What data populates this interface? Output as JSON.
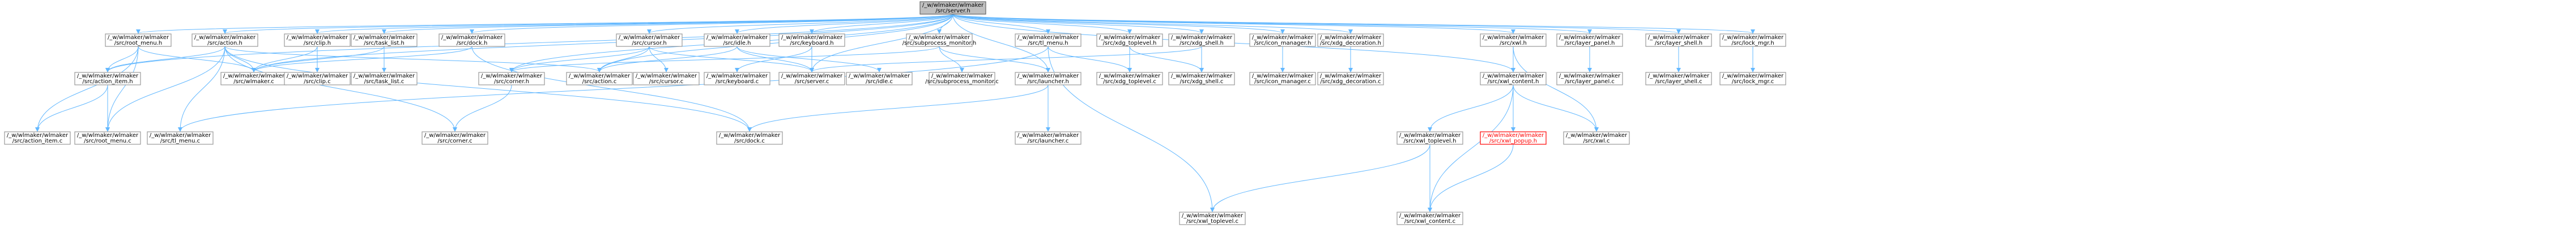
{
  "colors": {
    "edge": "#63b8ff",
    "node_border": "#999999",
    "root_fill": "#bfbfbf",
    "highlight": "#ff0000"
  },
  "nodes": [
    {
      "id": "root",
      "l1": "/_w/wlmaker/wlmaker",
      "l2": "/src/server.h",
      "kind": "root"
    },
    {
      "id": "root_menu_h",
      "l1": "/_w/wlmaker/wlmaker",
      "l2": "/src/root_menu.h"
    },
    {
      "id": "action_h",
      "l1": "/_w/wlmaker/wlmaker",
      "l2": "/src/action.h"
    },
    {
      "id": "clip_h",
      "l1": "/_w/wlmaker/wlmaker",
      "l2": "/src/clip.h"
    },
    {
      "id": "task_list_h",
      "l1": "/_w/wlmaker/wlmaker",
      "l2": "/src/task_list.h"
    },
    {
      "id": "dock_h",
      "l1": "/_w/wlmaker/wlmaker",
      "l2": "/src/dock.h"
    },
    {
      "id": "cursor_h",
      "l1": "/_w/wlmaker/wlmaker",
      "l2": "/src/cursor.h"
    },
    {
      "id": "idle_h",
      "l1": "/_w/wlmaker/wlmaker",
      "l2": "/src/idle.h"
    },
    {
      "id": "keyboard_h",
      "l1": "/_w/wlmaker/wlmaker",
      "l2": "/src/keyboard.h"
    },
    {
      "id": "subprocess_monitor_h",
      "l1": "/_w/wlmaker/wlmaker",
      "l2": "/src/subprocess_monitor.h"
    },
    {
      "id": "tl_menu_h",
      "l1": "/_w/wlmaker/wlmaker",
      "l2": "/src/tl_menu.h"
    },
    {
      "id": "xdg_toplevel_h",
      "l1": "/_w/wlmaker/wlmaker",
      "l2": "/src/xdg_toplevel.h"
    },
    {
      "id": "xdg_shell_h",
      "l1": "/_w/wlmaker/wlmaker",
      "l2": "/src/xdg_shell.h"
    },
    {
      "id": "icon_manager_h",
      "l1": "/_w/wlmaker/wlmaker",
      "l2": "/src/icon_manager.h"
    },
    {
      "id": "xdg_decoration_h",
      "l1": "/_w/wlmaker/wlmaker",
      "l2": "/src/xdg_decoration.h"
    },
    {
      "id": "xwl_h",
      "l1": "/_w/wlmaker/wlmaker",
      "l2": "/src/xwl.h"
    },
    {
      "id": "layer_panel_h",
      "l1": "/_w/wlmaker/wlmaker",
      "l2": "/src/layer_panel.h"
    },
    {
      "id": "layer_shell_h",
      "l1": "/_w/wlmaker/wlmaker",
      "l2": "/src/layer_shell.h"
    },
    {
      "id": "lock_mgr_h",
      "l1": "/_w/wlmaker/wlmaker",
      "l2": "/src/lock_mgr.h"
    },
    {
      "id": "action_item_h",
      "l1": "/_w/wlmaker/wlmaker",
      "l2": "/src/action_item.h"
    },
    {
      "id": "wlmaker_c",
      "l1": "/_w/wlmaker/wlmaker",
      "l2": "/src/wlmaker.c"
    },
    {
      "id": "clip_c",
      "l1": "/_w/wlmaker/wlmaker",
      "l2": "/src/clip.c"
    },
    {
      "id": "task_list_c",
      "l1": "/_w/wlmaker/wlmaker",
      "l2": "/src/task_list.c"
    },
    {
      "id": "corner_h",
      "l1": "/_w/wlmaker/wlmaker",
      "l2": "/src/corner.h"
    },
    {
      "id": "action_c",
      "l1": "/_w/wlmaker/wlmaker",
      "l2": "/src/action.c"
    },
    {
      "id": "cursor_c",
      "l1": "/_w/wlmaker/wlmaker",
      "l2": "/src/cursor.c"
    },
    {
      "id": "keyboard_c",
      "l1": "/_w/wlmaker/wlmaker",
      "l2": "/src/keyboard.c"
    },
    {
      "id": "server_c",
      "l1": "/_w/wlmaker/wlmaker",
      "l2": "/src/server.c"
    },
    {
      "id": "idle_c",
      "l1": "/_w/wlmaker/wlmaker",
      "l2": "/src/idle.c"
    },
    {
      "id": "subprocess_monitor_c",
      "l1": "/_w/wlmaker/wlmaker",
      "l2": "/src/subprocess_monitor.c"
    },
    {
      "id": "launcher_h",
      "l1": "/_w/wlmaker/wlmaker",
      "l2": "/src/launcher.h"
    },
    {
      "id": "xdg_toplevel_c",
      "l1": "/_w/wlmaker/wlmaker",
      "l2": "/src/xdg_toplevel.c"
    },
    {
      "id": "xdg_shell_c",
      "l1": "/_w/wlmaker/wlmaker",
      "l2": "/src/xdg_shell.c"
    },
    {
      "id": "icon_manager_c",
      "l1": "/_w/wlmaker/wlmaker",
      "l2": "/src/icon_manager.c"
    },
    {
      "id": "xdg_decoration_c",
      "l1": "/_w/wlmaker/wlmaker",
      "l2": "/src/xdg_decoration.c"
    },
    {
      "id": "xwl_content_h",
      "l1": "/_w/wlmaker/wlmaker",
      "l2": "/src/xwl_content.h"
    },
    {
      "id": "layer_panel_c",
      "l1": "/_w/wlmaker/wlmaker",
      "l2": "/src/layer_panel.c"
    },
    {
      "id": "layer_shell_c",
      "l1": "/_w/wlmaker/wlmaker",
      "l2": "/src/layer_shell.c"
    },
    {
      "id": "lock_mgr_c",
      "l1": "/_w/wlmaker/wlmaker",
      "l2": "/src/lock_mgr.c"
    },
    {
      "id": "action_item_c",
      "l1": "/_w/wlmaker/wlmaker",
      "l2": "/src/action_item.c"
    },
    {
      "id": "root_menu_c",
      "l1": "/_w/wlmaker/wlmaker",
      "l2": "/src/root_menu.c"
    },
    {
      "id": "tl_menu_c",
      "l1": "/_w/wlmaker/wlmaker",
      "l2": "/src/tl_menu.c"
    },
    {
      "id": "corner_c",
      "l1": "/_w/wlmaker/wlmaker",
      "l2": "/src/corner.c"
    },
    {
      "id": "dock_c",
      "l1": "/_w/wlmaker/wlmaker",
      "l2": "/src/dock.c"
    },
    {
      "id": "launcher_c",
      "l1": "/_w/wlmaker/wlmaker",
      "l2": "/src/launcher.c"
    },
    {
      "id": "xwl_toplevel_h",
      "l1": "/_w/wlmaker/wlmaker",
      "l2": "/src/xwl_toplevel.h"
    },
    {
      "id": "xwl_popup_h",
      "l1": "/_w/wlmaker/wlmaker",
      "l2": "/src/xwl_popup.h",
      "kind": "hl"
    },
    {
      "id": "xwl_c",
      "l1": "/_w/wlmaker/wlmaker",
      "l2": "/src/xwl.c"
    },
    {
      "id": "xwl_toplevel_c",
      "l1": "/_w/wlmaker/wlmaker",
      "l2": "/src/xwl_toplevel.c"
    },
    {
      "id": "xwl_content_c",
      "l1": "/_w/wlmaker/wlmaker",
      "l2": "/src/xwl_content.c"
    }
  ]
}
